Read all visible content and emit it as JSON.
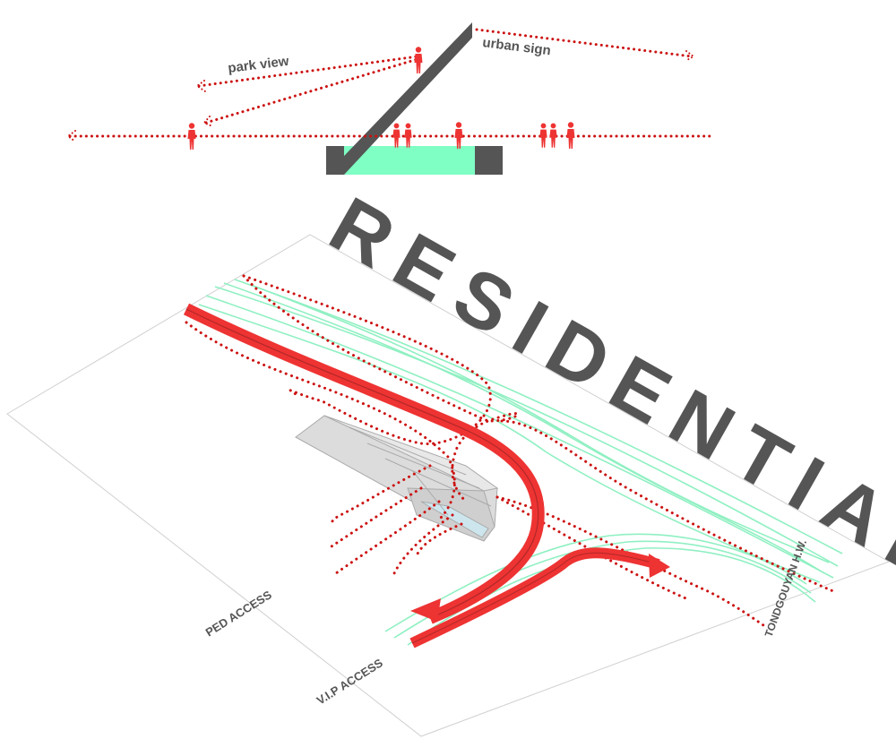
{
  "section": {
    "label_park_view": "park view",
    "label_urban_sign": "urban sign"
  },
  "site": {
    "title": "RESIDENTIAL",
    "label_ped_access": "PED ACCESS",
    "label_vip_access": "V.I.P ACCESS",
    "label_road": "TONDGOUYAN H.W."
  },
  "colors": {
    "accent_red": "#ee3333",
    "dotted_red": "#cc1111",
    "mint": "#7fffc4",
    "traffic_green": "#8ff0c2",
    "dark_gray": "#555555",
    "building_gray": "#d9d9d9",
    "outline_gray": "#cccccc"
  }
}
